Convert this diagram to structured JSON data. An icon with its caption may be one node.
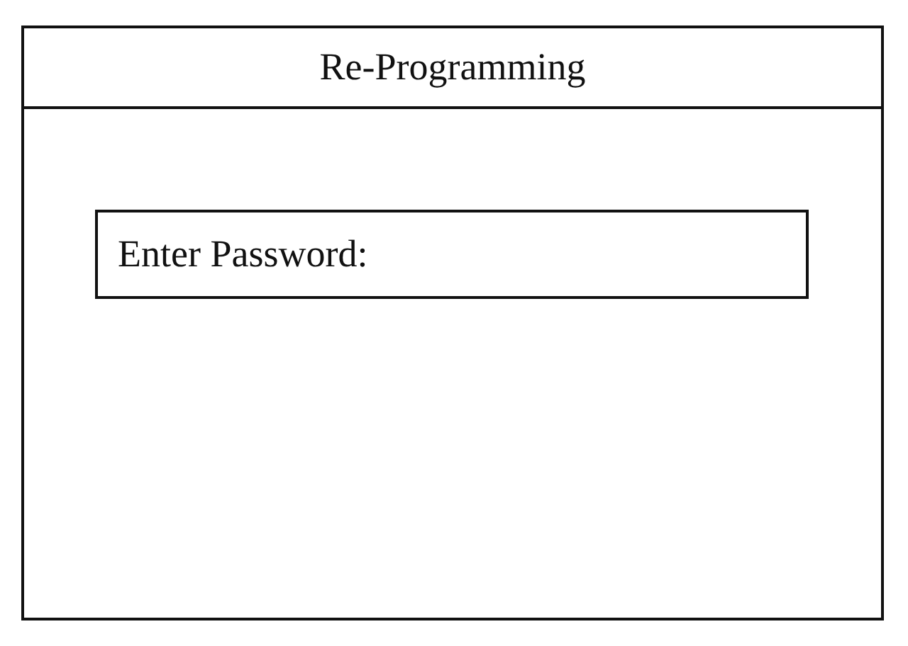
{
  "diagram": {
    "nodes": [
      {
        "text": [
          "Re-Programming"
        ]
      },
      {
        "text": [
          "Enter Password:"
        ],
        "in": 0
      }
    ]
  }
}
